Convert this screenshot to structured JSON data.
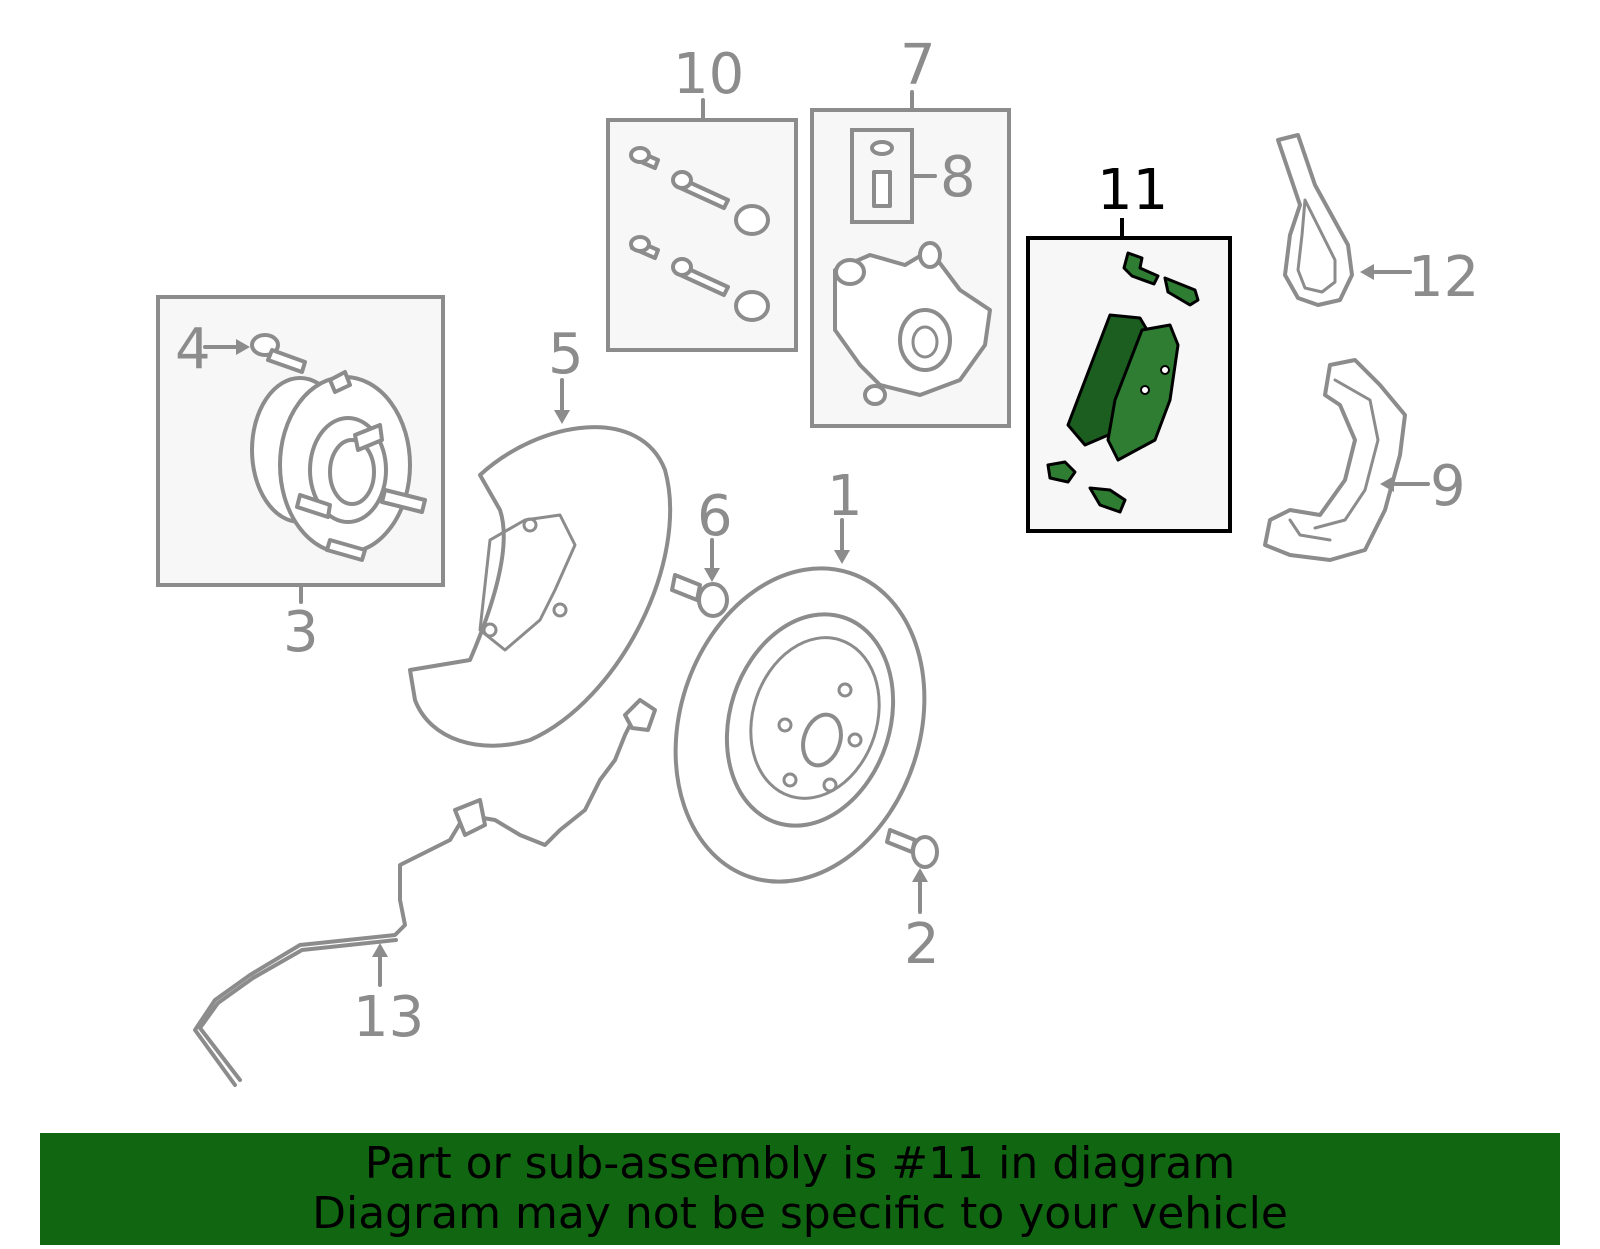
{
  "callouts": {
    "c1": "1",
    "c2": "2",
    "c3": "3",
    "c4": "4",
    "c5": "5",
    "c6": "6",
    "c7": "7",
    "c8": "8",
    "c9": "9",
    "c10": "10",
    "c11": "11",
    "c12": "12",
    "c13": "13"
  },
  "highlighted_part": "11",
  "colors": {
    "highlight_part": "#2e7d32",
    "banner_background": "#116611",
    "line_gray": "#8c8c8c"
  },
  "banner": {
    "line1": "Part or sub-assembly is #11 in diagram",
    "line2": "Diagram may not be specific to your vehicle"
  }
}
